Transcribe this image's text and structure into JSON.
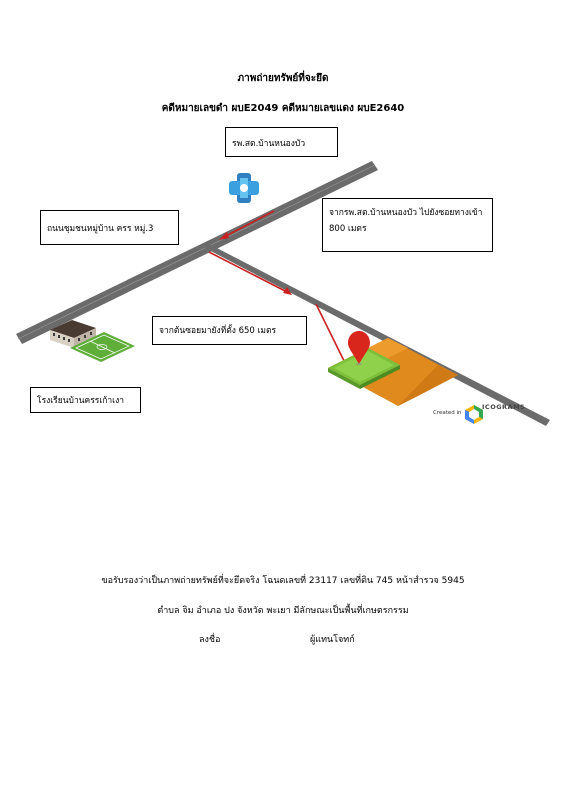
{
  "header": {
    "title": "ภาพถ่ายทรัพย์ที่จะยึด",
    "case_line": "คดีหมายเลขดำ ผบE2049 คดีหมายเลขแดง ผบE2640"
  },
  "map": {
    "labels": {
      "hospital": "รพ.สต.บ้านหนองบัว",
      "road": "ถนนชุมชนหมู่บ้าน ครร หมู่.3",
      "distance1_line1": "จากรพ.สต.บ้านหนองบัว ไปยังซอยทางเข้า",
      "distance1_line2": "800 เมตร",
      "distance2": "จากต้นซอยมายังที่ตั้ง 650 เมตร",
      "school": "โรงเรียนบ้านครรเก้าเงา"
    },
    "watermark": {
      "created_in": "Created in",
      "brand": "ICOGRAMS"
    },
    "colors": {
      "road": "#6b6b6b",
      "arrow": "#cc1f1f",
      "field_green": "#7bbf3a",
      "field_orange": "#e08a1e",
      "pin": "#d9261c",
      "hospital_icon": "#3aa0e0"
    },
    "icons": [
      "hospital-icon",
      "school-building-icon",
      "football-field-icon",
      "location-pin-icon",
      "icograms-logo-icon"
    ]
  },
  "certification": {
    "line1": "ขอรับรองว่าเป็นภาพถ่ายทรัพย์ที่จะยึดจริง โฉนดเลขที่ 23117 เลขที่ดิน 745 หน้าสำรวจ 5945",
    "line2": "ตำบล จิม อำเภอ ปง จังหวัด พะเยา มีลักษณะเป็นพื้นที่เกษตรกรรม",
    "sign_label": "ลงชื่อ",
    "signer": "ผู้แทนโจทก์"
  }
}
